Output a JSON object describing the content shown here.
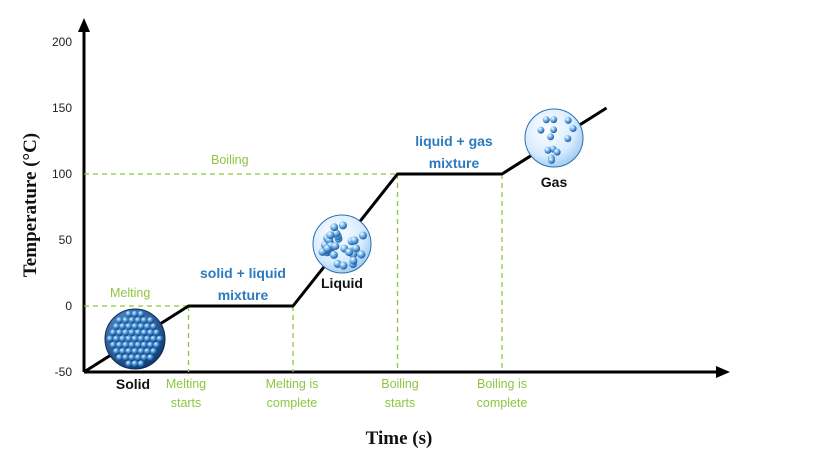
{
  "chart_data": {
    "type": "line",
    "xlabel": "Time (s)",
    "ylabel": "Temperature (°C)",
    "ylim": [
      -50,
      200
    ],
    "yticks": [
      "200",
      "150",
      "100",
      "50",
      "0",
      "-50"
    ],
    "series": [
      {
        "points": [
          [
            0,
            -50
          ],
          [
            1,
            0
          ],
          [
            2,
            0
          ],
          [
            3,
            100
          ],
          [
            4,
            100
          ],
          [
            5,
            150
          ]
        ]
      }
    ],
    "reference_lines": [
      {
        "label": "Melting",
        "y": 0
      },
      {
        "label": "Boiling",
        "y": 100
      }
    ],
    "time_markers": [
      {
        "line1": "Melting",
        "line2": "starts",
        "x": 1
      },
      {
        "line1": "Melting is",
        "line2": "complete",
        "x": 2
      },
      {
        "line1": "Boiling",
        "line2": "starts",
        "x": 3
      },
      {
        "line1": "Boiling is",
        "line2": "complete",
        "x": 4
      }
    ],
    "phase_labels": [
      {
        "line1": "solid + liquid",
        "line2": "mixture"
      },
      {
        "line1": "liquid + gas",
        "line2": "mixture"
      }
    ],
    "state_labels": [
      "Solid",
      "Liquid",
      "Gas"
    ],
    "colors": {
      "line": "#000000",
      "guides": "#8cc63f",
      "phase_text": "#2c7bbf",
      "particle": "#3d8fd6"
    }
  }
}
